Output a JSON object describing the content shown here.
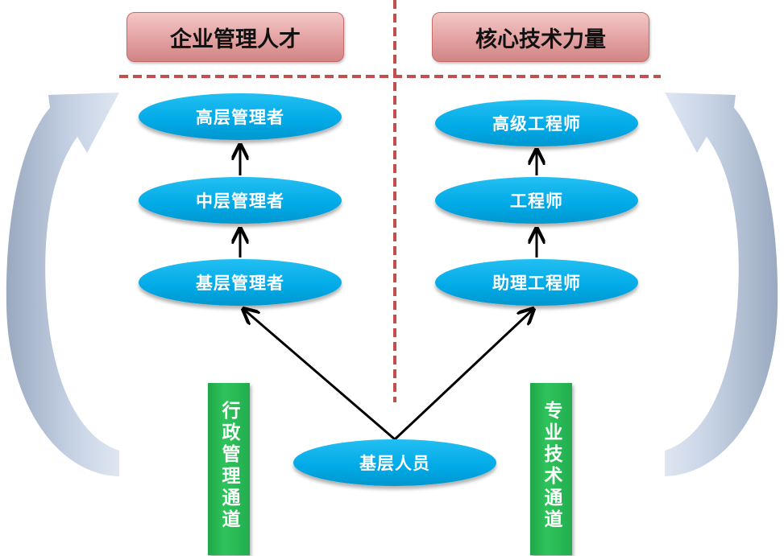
{
  "headers": {
    "management": "企业管理人才",
    "technical": "核心技术力量"
  },
  "management_track": {
    "senior": "高层管理者",
    "middle": "中层管理者",
    "junior": "基层管理者"
  },
  "technical_track": {
    "senior": "高级工程师",
    "middle": "工程师",
    "junior": "助理工程师"
  },
  "base": "基层人员",
  "channels": {
    "admin": "行政管理通道",
    "professional": "专业技术通道"
  },
  "colors": {
    "header_fill": "#e3a1a1",
    "divider": "#c0504d",
    "node_fill": "#00a9e6",
    "channel_fill": "#22ad50",
    "curved_arrow": "#b8c6dc"
  }
}
